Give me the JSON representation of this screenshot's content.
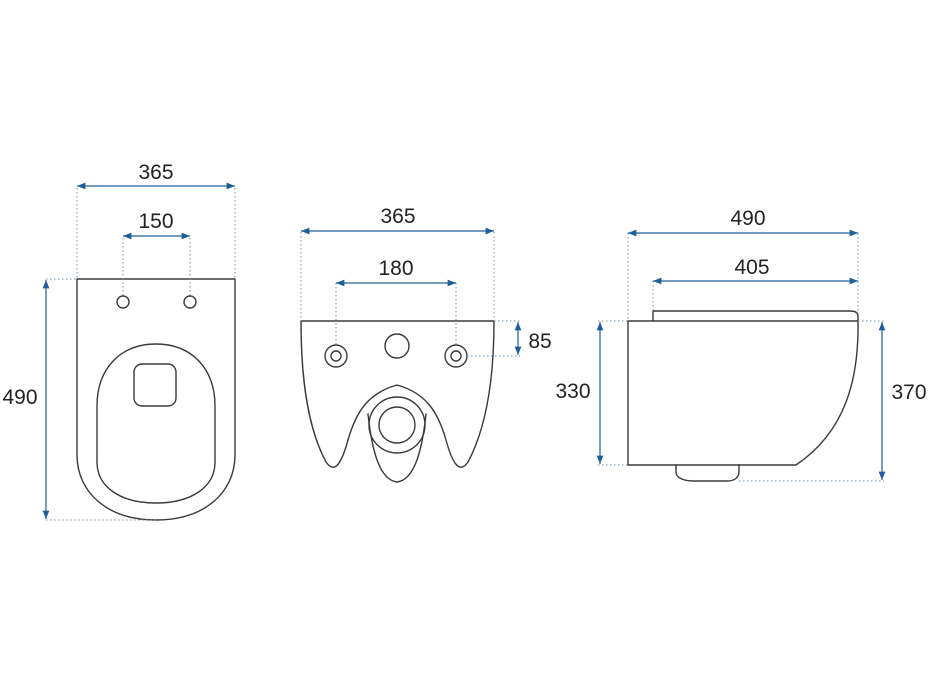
{
  "diagram": {
    "colors": {
      "outline": "#3a3a3a",
      "dimension": "#1e5f99",
      "extension": "#6a8fb0"
    },
    "top_view": {
      "width": "365",
      "seat_hole_spacing": "150",
      "length": "490"
    },
    "front_view": {
      "width": "365",
      "bolt_spacing": "180",
      "bolt_height": "85"
    },
    "side_view": {
      "overall_length": "490",
      "seat_length": "405",
      "wall_height": "330",
      "overall_height": "370"
    }
  }
}
